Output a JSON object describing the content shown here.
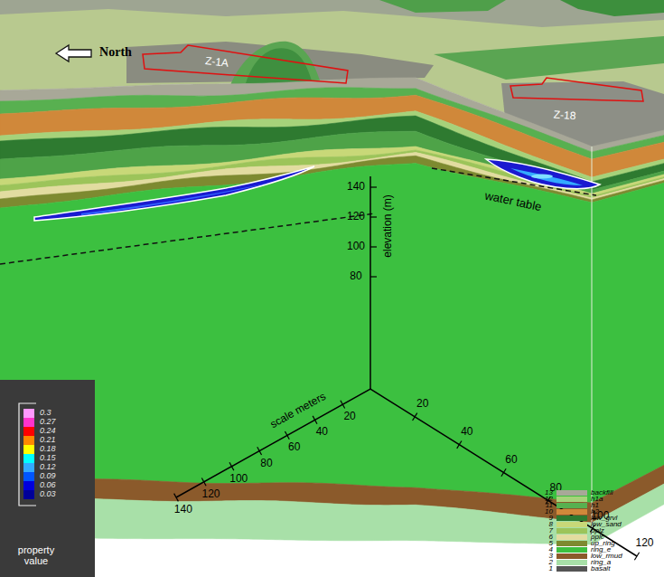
{
  "diagram": {
    "labels": [
      "North",
      "Z-1A",
      "Z-18",
      "water table",
      "140",
      "120",
      "100",
      "80",
      "elevation (m)",
      "20",
      "40",
      "60",
      "80",
      "100",
      "120",
      "140",
      "scale meters",
      "20",
      "40",
      "60",
      "80",
      "100",
      "120",
      "property value",
      "13",
      "12",
      "11",
      "10",
      "9",
      "8",
      "7",
      "6",
      "5",
      "4",
      "3",
      "2",
      "1"
    ],
    "legend": [
      {
        "text": "0.3",
        "color": "#ff99ff"
      },
      {
        "text": "0.27",
        "color": "#ff33cc"
      },
      {
        "text": "0.24",
        "color": "#ff0000"
      },
      {
        "text": "0.21",
        "color": "#ff8800"
      },
      {
        "text": "0.18",
        "color": "#ffff00"
      },
      {
        "text": "0.15",
        "color": "#00ffff"
      },
      {
        "text": "0.12",
        "color": "#33aaff"
      },
      {
        "text": "0.09",
        "color": "#0055ff"
      },
      {
        "text": "0.06",
        "color": "#0000dd"
      },
      {
        "text": "0.03",
        "color": "#000099"
      },
      {
        "text": "backfill",
        "color": "#a8a898"
      },
      {
        "text": "h1a",
        "color": "#a6d27a"
      },
      {
        "text": "h1",
        "color": "#58b050"
      },
      {
        "text": "h2",
        "color": "#d0883a"
      },
      {
        "text": "low_grvl",
        "color": "#2e7a30"
      },
      {
        "text": "low_sand",
        "color": "#c8d878"
      },
      {
        "text": "pplz",
        "color": "#9cc45a"
      },
      {
        "text": "pplc",
        "color": "#e2dca0"
      },
      {
        "text": "up_ring",
        "color": "#7d8a30"
      },
      {
        "text": "ring_e",
        "color": "#3cc040"
      },
      {
        "text": "low_rmud",
        "color": "#8b5a2b"
      },
      {
        "text": "ring_a",
        "color": "#a8e0a8"
      },
      {
        "text": "basalt",
        "color": "#555555"
      }
    ]
  }
}
